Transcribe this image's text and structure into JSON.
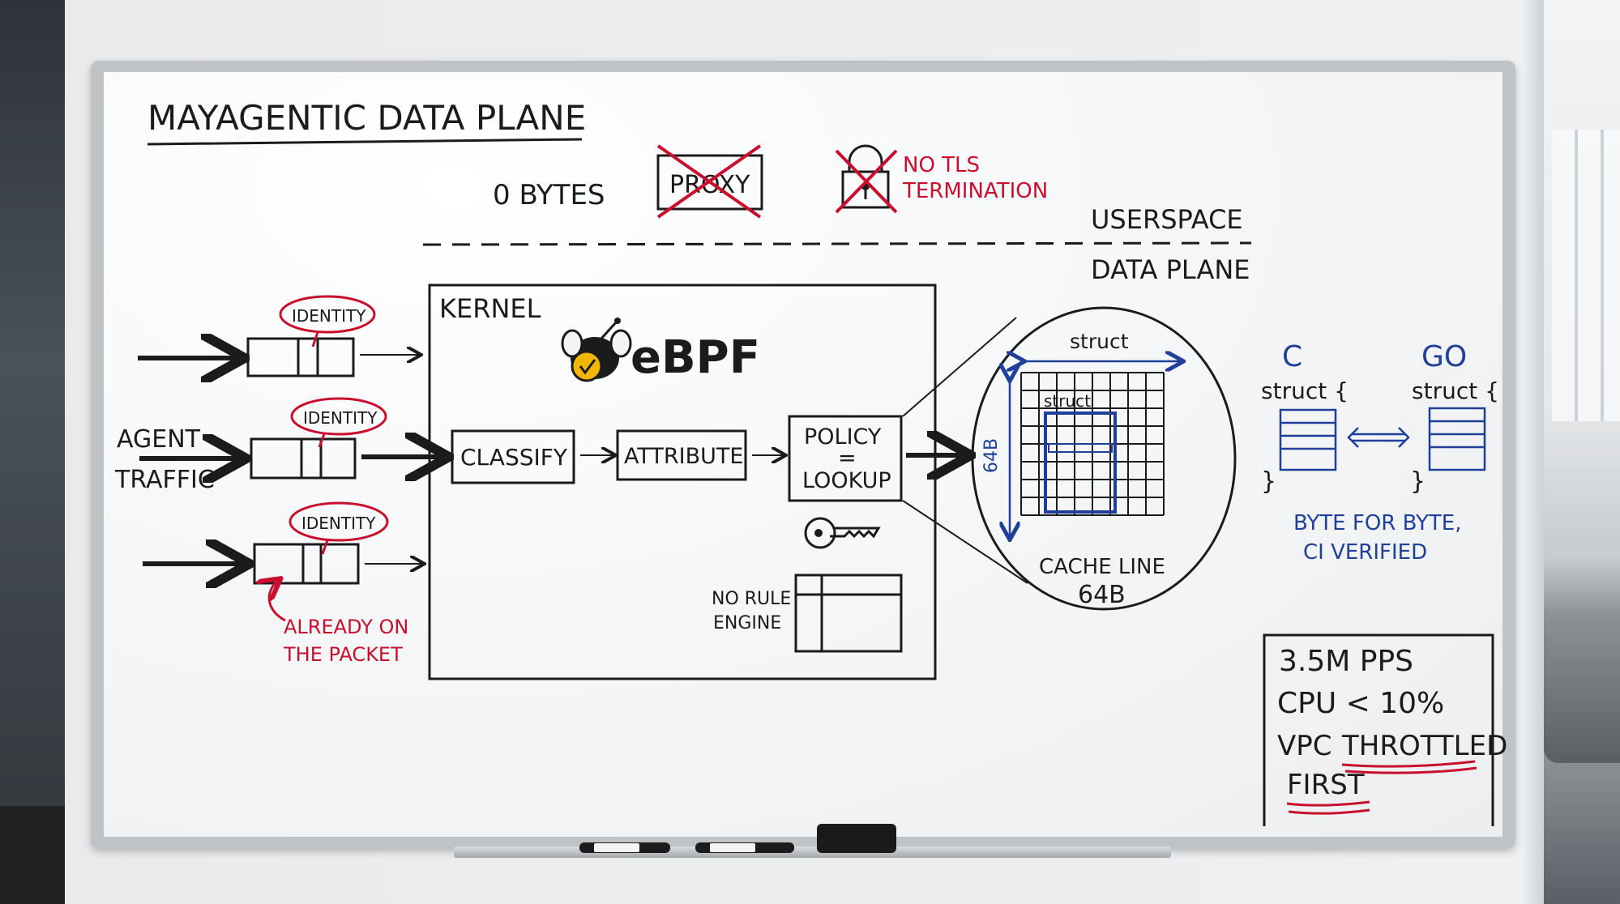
{
  "board": {
    "title": "MAYAGENTIC DATA PLANE",
    "top_row": {
      "zero_bytes": "0 BYTES",
      "proxy": "PROXY",
      "no_tls_line1": "NO TLS",
      "no_tls_line2": "TERMINATION"
    },
    "layers": {
      "userspace": "USERSPACE",
      "data_plane": "DATA PLANE"
    },
    "left": {
      "identity_label": "IDENTITY",
      "agent_traffic_line1": "AGENT",
      "agent_traffic_line2": "TRAFFIC",
      "already_line1": "ALREADY ON",
      "already_line2": "THE PACKET"
    },
    "kernel": {
      "label": "KERNEL",
      "ebpf": "eBPF",
      "classify": "CLASSIFY",
      "attribute": "ATTRIBUTE",
      "policy_line1": "POLICY",
      "policy_line2": "=",
      "policy_line3": "LOOKUP",
      "no_rule_line1": "NO RULE",
      "no_rule_line2": "ENGINE"
    },
    "cache": {
      "struct_outer": "struct",
      "struct_inner": "struct",
      "side_label": "64B",
      "cache_line1": "CACHE LINE",
      "cache_line2": "64B"
    },
    "lang": {
      "c": "C",
      "go": "GO",
      "struct_open": "struct {",
      "brace_close": "}",
      "byte_line1": "BYTE FOR BYTE,",
      "byte_line2": "CI VERIFIED"
    },
    "stats": {
      "pps": "3.5M PPS",
      "cpu": "CPU < 10%",
      "vpc_prefix": "VPC ",
      "vpc_throttled": "THROTTLED",
      "first": "FIRST"
    }
  },
  "colors": {
    "ink_black": "#1b1b1b",
    "ink_red": "#c8102e",
    "ink_blue": "#1f3f99",
    "ebpf_yellow": "#f2b705"
  }
}
